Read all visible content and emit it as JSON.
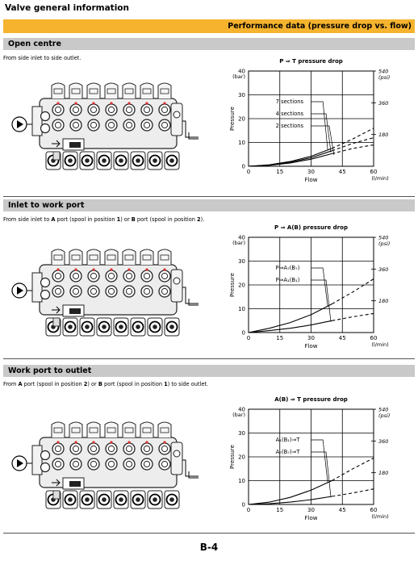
{
  "header": {
    "title": "Valve general information",
    "banner": "Performance data (pressure drop vs. flow)"
  },
  "sections": [
    {
      "heading": "Open centre",
      "desc": [
        {
          "t": "From side inlet to side outlet.",
          "b": false
        }
      ],
      "chart": {
        "title": "P ⇒ T pressure drop",
        "curve_labels": [
          "7 sections",
          "4 sections",
          "2 sections"
        ]
      }
    },
    {
      "heading": "Inlet to work port",
      "desc": [
        {
          "t": "From side inlet to ",
          "b": false
        },
        {
          "t": "A",
          "b": true
        },
        {
          "t": " port (spool in position ",
          "b": false
        },
        {
          "t": "1",
          "b": true
        },
        {
          "t": ") or ",
          "b": false
        },
        {
          "t": "B",
          "b": true
        },
        {
          "t": " port (spool in position ",
          "b": false
        },
        {
          "t": "2",
          "b": true
        },
        {
          "t": ").",
          "b": false
        }
      ],
      "chart": {
        "title": "P ⇒ A(B) pressure drop",
        "curve_labels": [
          "P⇒A₇(B₇)",
          "P⇒A₁(B₁)"
        ]
      }
    },
    {
      "heading": "Work port to outlet",
      "desc": [
        {
          "t": "From ",
          "b": false
        },
        {
          "t": "A",
          "b": true
        },
        {
          "t": " port (spool in position ",
          "b": false
        },
        {
          "t": "2",
          "b": true
        },
        {
          "t": ") or ",
          "b": false
        },
        {
          "t": "B",
          "b": true
        },
        {
          "t": " port (spool in position ",
          "b": false
        },
        {
          "t": "1",
          "b": true
        },
        {
          "t": ") to side outlet.",
          "b": false
        }
      ],
      "chart": {
        "title": "A(B) ⇒ T pressure drop",
        "curve_labels": [
          "A₁(B₁)⇒T",
          "A₇(B₇)⇒T"
        ]
      }
    }
  ],
  "axes": {
    "bar_unit": "(bar)",
    "psi_unit": "(psi)",
    "lmin_unit": "(l/min)",
    "ylabel": "Pressure",
    "xlabel": "Flow",
    "x_ticks": [
      "0",
      "15",
      "30",
      "45",
      "60"
    ],
    "y_ticks": [
      "0",
      "10",
      "20",
      "30",
      "40"
    ],
    "psi_ticks": [
      "540",
      "360",
      "180"
    ]
  },
  "chart_data": [
    {
      "type": "line",
      "title": "P ⇒ T pressure drop",
      "xlabel": "Flow",
      "ylabel": "Pressure",
      "xlim": [
        0,
        60
      ],
      "ylim": [
        0,
        40
      ],
      "series": [
        {
          "name": "7 sections",
          "x": [
            0,
            10,
            20,
            30,
            40,
            50,
            60
          ],
          "y": [
            0,
            0.6,
            2,
            4.2,
            7.5,
            11.5,
            16
          ]
        },
        {
          "name": "4 sections",
          "x": [
            0,
            10,
            20,
            30,
            40,
            50,
            60
          ],
          "y": [
            0,
            0.5,
            1.7,
            3.6,
            6.5,
            9.6,
            12
          ]
        },
        {
          "name": "2 sections",
          "x": [
            0,
            10,
            20,
            30,
            40,
            50,
            60
          ],
          "y": [
            0,
            0.4,
            1.4,
            3,
            5.3,
            7.5,
            9
          ]
        }
      ]
    },
    {
      "type": "line",
      "title": "P ⇒ A(B) pressure drop",
      "xlabel": "Flow",
      "ylabel": "Pressure",
      "xlim": [
        0,
        60
      ],
      "ylim": [
        0,
        40
      ],
      "series": [
        {
          "name": "P⇒A₇(B₇)",
          "x": [
            0,
            10,
            20,
            30,
            40,
            50,
            60
          ],
          "y": [
            0,
            1.8,
            4.2,
            7.5,
            12,
            17,
            22.5
          ]
        },
        {
          "name": "P⇒A₁(B₁)",
          "x": [
            0,
            10,
            20,
            30,
            40,
            50,
            60
          ],
          "y": [
            0,
            0.8,
            1.8,
            3.2,
            5,
            6.6,
            8
          ]
        }
      ]
    },
    {
      "type": "line",
      "title": "A(B) ⇒ T pressure drop",
      "xlabel": "Flow",
      "ylabel": "Pressure",
      "xlim": [
        0,
        60
      ],
      "ylim": [
        0,
        40
      ],
      "series": [
        {
          "name": "A₁(B₁)⇒T",
          "x": [
            0,
            10,
            20,
            30,
            40,
            50,
            60
          ],
          "y": [
            0,
            1,
            3,
            6,
            10,
            15,
            19.5
          ]
        },
        {
          "name": "A₇(B₇)⇒T",
          "x": [
            0,
            10,
            20,
            30,
            40,
            50,
            60
          ],
          "y": [
            0,
            0.3,
            1,
            2,
            3.4,
            4.8,
            6.5
          ]
        }
      ]
    }
  ],
  "footer": {
    "page": "B-4"
  },
  "colors": {
    "banner": "#f5b32e",
    "section_bar": "#c9c9c9"
  }
}
